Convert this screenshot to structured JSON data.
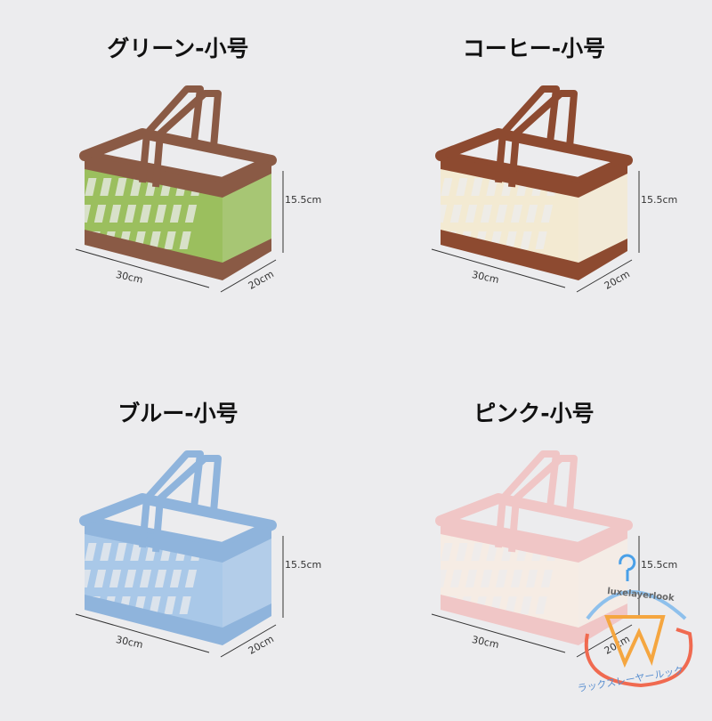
{
  "products": [
    {
      "title": "グリーン-小号",
      "height": "15.5cm",
      "length": "30cm",
      "width": "20cm",
      "body_color": "#9bbf5e",
      "trim_color": "#8a5a45"
    },
    {
      "title": "コーヒー-小号",
      "height": "15.5cm",
      "length": "30cm",
      "width": "20cm",
      "body_color": "#f3ead2",
      "trim_color": "#8d4a30"
    },
    {
      "title": "ブルー-小号",
      "height": "15.5cm",
      "length": "30cm",
      "width": "20cm",
      "body_color": "#a9c8e8",
      "trim_color": "#8fb4dc"
    },
    {
      "title": "ピンク-小号",
      "height": "15.5cm",
      "length": "30cm",
      "width": "20cm",
      "body_color": "#f6ece4",
      "trim_color": "#f0c6c6"
    }
  ],
  "watermark": {
    "brand": "luxelayerlook",
    "brand_kana": "ラックスレーヤールック"
  }
}
